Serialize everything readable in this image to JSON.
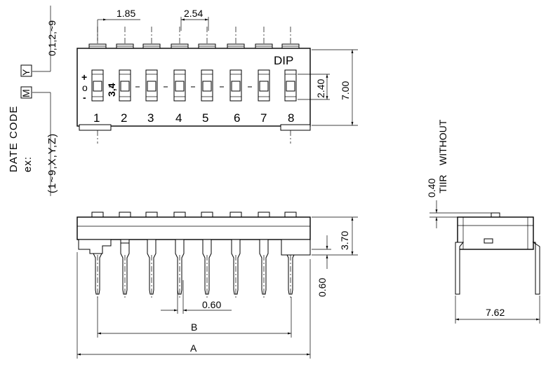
{
  "top_view": {
    "dip_label": "DIP",
    "on_symbol": "+",
    "off_symbol": "-",
    "o_symbol": "o",
    "code_34": "3,4",
    "pin_numbers": [
      "1",
      "2",
      "3",
      "4",
      "5",
      "6",
      "7",
      "8"
    ],
    "dim_pitch_offset": "1.85",
    "dim_pitch": "2.54",
    "dim_window": "2.40",
    "dim_height": "7.00",
    "code_options": "0,1,2,~9"
  },
  "date_code": {
    "title": "DATE CODE",
    "ex": "ex:",
    "range": "(1~9,X,Y,Z)",
    "y_box": "Y",
    "m_box": "M"
  },
  "side_view": {
    "dim_body_height": "3.70",
    "dim_standoff": "0.60",
    "dim_pin_width": "0.60",
    "dim_B": "B",
    "dim_A": "A"
  },
  "end_view": {
    "tape_note_1": "WITHOUT",
    "tape_note_2": "TIIR",
    "dim_tape": "0.40",
    "dim_row_spacing": "7.62"
  },
  "colors": {
    "line": "#000000",
    "background": "#ffffff"
  }
}
